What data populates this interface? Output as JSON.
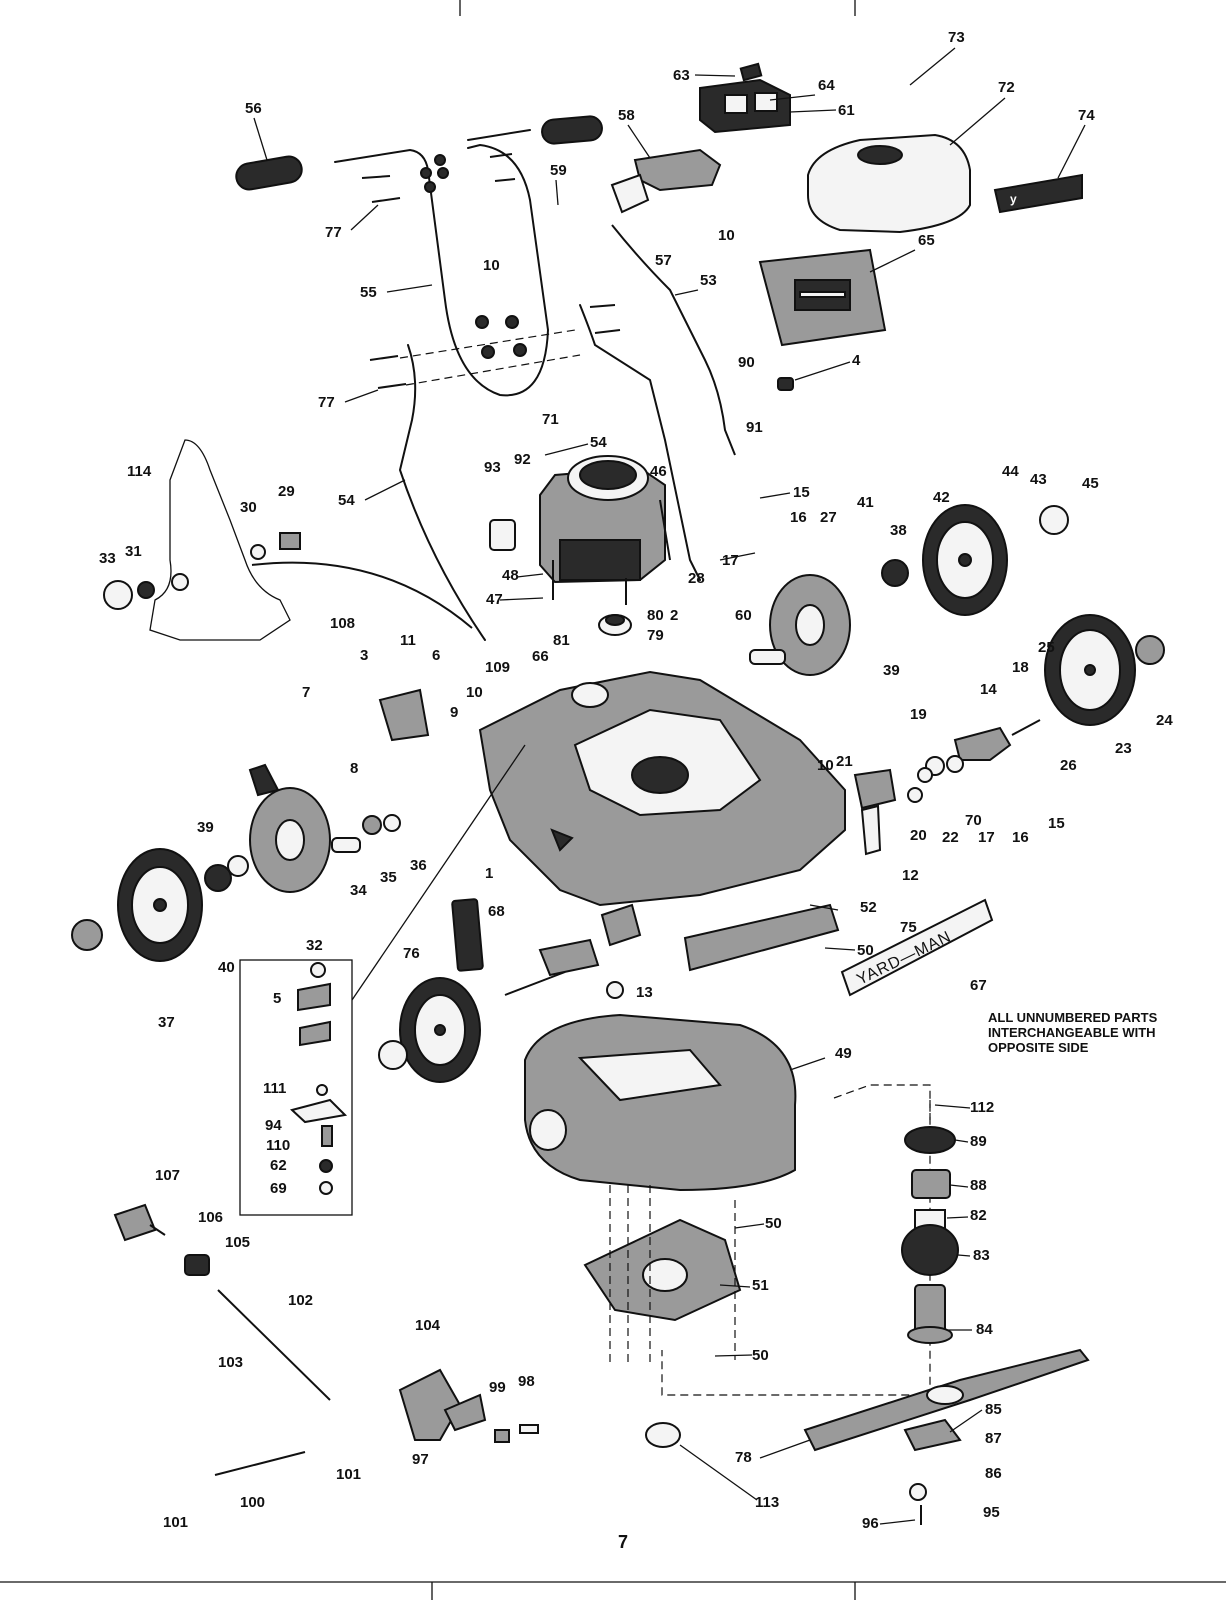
{
  "note": {
    "line1": "ALL UNNUMBERED PARTS",
    "line2": "INTERCHANGEABLE WITH",
    "line3": "OPPOSITE SIDE"
  },
  "page_number": "7",
  "brand_plate_text": "YARD—MAN",
  "callouts": [
    "73",
    "63",
    "64",
    "61",
    "72",
    "74",
    "56",
    "58",
    "59",
    "10",
    "57",
    "77",
    "65",
    "55",
    "10",
    "53",
    "90",
    "4",
    "77",
    "71",
    "54",
    "91",
    "93",
    "92",
    "46",
    "15",
    "16",
    "114",
    "29",
    "30",
    "54",
    "41",
    "27",
    "44",
    "43",
    "45",
    "31",
    "33",
    "48",
    "28",
    "17",
    "38",
    "42",
    "47",
    "80",
    "79",
    "2",
    "60",
    "39",
    "108",
    "3",
    "11",
    "6",
    "66",
    "81",
    "109",
    "25",
    "7",
    "10",
    "9",
    "18",
    "14",
    "24",
    "19",
    "8",
    "10",
    "21",
    "26",
    "23",
    "22",
    "70",
    "17",
    "16",
    "15",
    "20",
    "39",
    "34",
    "35",
    "36",
    "12",
    "1",
    "52",
    "75",
    "40",
    "32",
    "68",
    "76",
    "50",
    "37",
    "13",
    "67",
    "5",
    "49",
    "111",
    "112",
    "94",
    "89",
    "110",
    "88",
    "62",
    "82",
    "69",
    "83",
    "107",
    "106",
    "50",
    "105",
    "51",
    "102",
    "84",
    "104",
    "50",
    "103",
    "99",
    "98",
    "85",
    "97",
    "101",
    "78",
    "87",
    "100",
    "86",
    "113",
    "101",
    "95",
    "96"
  ]
}
